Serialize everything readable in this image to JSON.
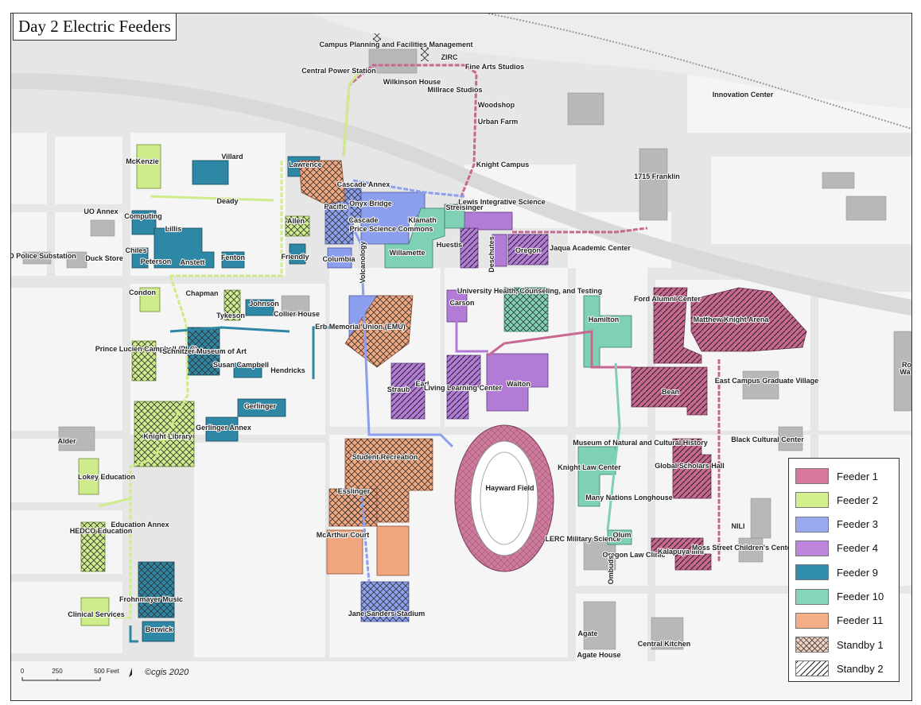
{
  "title": "Day 2 Electric Feeders",
  "colors": {
    "feeder1": "#c56b9b",
    "feeder2": "#cfec8c",
    "feeder3": "#8c9fee",
    "feeder4": "#b27bd6",
    "feeder9": "#2d87a5",
    "feeder10": "#7fd1b5",
    "feeder11": "#f0a67e",
    "road": "#d8d8d8",
    "block": "#f4f4f4",
    "building": "#bdbdbd"
  },
  "legend": [
    {
      "label": "Feeder 1",
      "color": "#d9779f",
      "pattern": "none"
    },
    {
      "label": "Feeder 2",
      "color": "#d3f08e",
      "pattern": "none"
    },
    {
      "label": "Feeder 3",
      "color": "#9aaaf0",
      "pattern": "none"
    },
    {
      "label": "Feeder 4",
      "color": "#bf84dc",
      "pattern": "none"
    },
    {
      "label": "Feeder 9",
      "color": "#2f8cab",
      "pattern": "none"
    },
    {
      "label": "Feeder 10",
      "color": "#86d6bb",
      "pattern": "none"
    },
    {
      "label": "Feeder 11",
      "color": "#f4ad86",
      "pattern": "none"
    },
    {
      "label": "Standby 1",
      "color": "#ffffff",
      "pattern": "cross"
    },
    {
      "label": "Standby 2",
      "color": "#ffffff",
      "pattern": "diag"
    }
  ],
  "scale": {
    "ticks": [
      "0",
      "250",
      "500 Feet"
    ]
  },
  "copyright": "©cgis  2020",
  "labels": {
    "campus_planning": "Campus Planning and Facilities Management",
    "ziro": "ZIRC",
    "fine_arts": "Fine Arts Studios",
    "central_power": "Central Power Station",
    "wilkinson": "Wilkinson House",
    "millrace": "Millrace Studios",
    "woodshop": "Woodshop",
    "urban_farm": "Urban Farm",
    "innovation": "Innovation Center",
    "knight_campus": "Knight Campus",
    "franklin": "1715 Franklin",
    "villard": "Villard",
    "mckenzie": "McKenzie",
    "lawrence": "Lawrence",
    "cascade_annex": "Cascade Annex",
    "deady": "Deady",
    "onyx": "Onyx Bridge",
    "lewis": "Lewis Integrative Science",
    "uo_annex": "UO Annex",
    "computing": "Computing",
    "pacific": "Pacific",
    "cascade": "Cascade",
    "klamath": "Klamath",
    "streisinger": "Streisinger",
    "allen": "Allen",
    "lillis": "Lillis",
    "price": "Price Science Commons",
    "chiles": "Chiles",
    "peterson": "Peterson",
    "anstett": "Anstett",
    "fenton": "Fenton",
    "friendly": "Friendly",
    "columbia": "Columbia",
    "willamette": "Willamette",
    "huestis": "Huestis",
    "deschutes": "Deschutes",
    "oregon": "Oregon",
    "jaqua": "Jaqua Academic Center",
    "volcanology": "Volcanology",
    "police": "UO Police Substation",
    "duck_store": "Duck Store",
    "condon": "Condon",
    "chapman": "Chapman",
    "johnson": "Johnson",
    "tykeson": "Tykeson",
    "collier": "Collier House",
    "carson": "Carson",
    "health": "University Health, Counseling, and Testing",
    "hamilton": "Hamilton",
    "ford": "Ford Alumni Center",
    "matthew_knight": "Matthew Knight Arena",
    "emu": "Erb Memorial Union (EMU)",
    "plc": "Prince Lucien Campbell (PLC)",
    "schnitzer": "Schnitzer Museum of Art",
    "susan": "Susan Campbell",
    "hendricks": "Hendricks",
    "straub": "Straub",
    "earl": "Earl",
    "llc": "Living Learning Center",
    "walton": "Walton",
    "bean": "Bean",
    "east_campus": "East Campus Graduate Village",
    "gerlinger": "Gerlinger",
    "gerlinger_annex": "Gerlinger Annex",
    "knight_library": "Knight Library",
    "alder": "Alder",
    "student_rec": "Student Recreation",
    "museum_nat": "Museum of Natural and Cultural History",
    "black_cultural": "Black Cultural Center",
    "knight_law": "Knight Law Center",
    "global": "Global Scholars Hall",
    "lokey": "Lokey Education",
    "esslinger": "Esslinger",
    "hayward": "Hayward Field",
    "many_nations": "Many Nations Longhouse",
    "hedco": "HEDCO Education",
    "education_annex": "Education Annex",
    "mcarthur": "McArthur Court",
    "lerc": "LERC Military Science",
    "olum": "Olum",
    "nili": "NILI",
    "oregon_law": "Oregon Law Clinic",
    "ombuds": "Ombuds",
    "kalapuya": "Kalapuya Ilihi",
    "moss": "Moss Street Children's Center",
    "frohnmayer": "Frohnmayer Music",
    "clinical": "Clinical Services",
    "berwick": "Berwick",
    "jane_sanders": "Jane Sanders Stadium",
    "agate": "Agate",
    "agate_house": "Agate House",
    "central_kitchen": "Central Kitchen",
    "edge_ro": "Ro",
    "edge_wa": "Wa"
  }
}
